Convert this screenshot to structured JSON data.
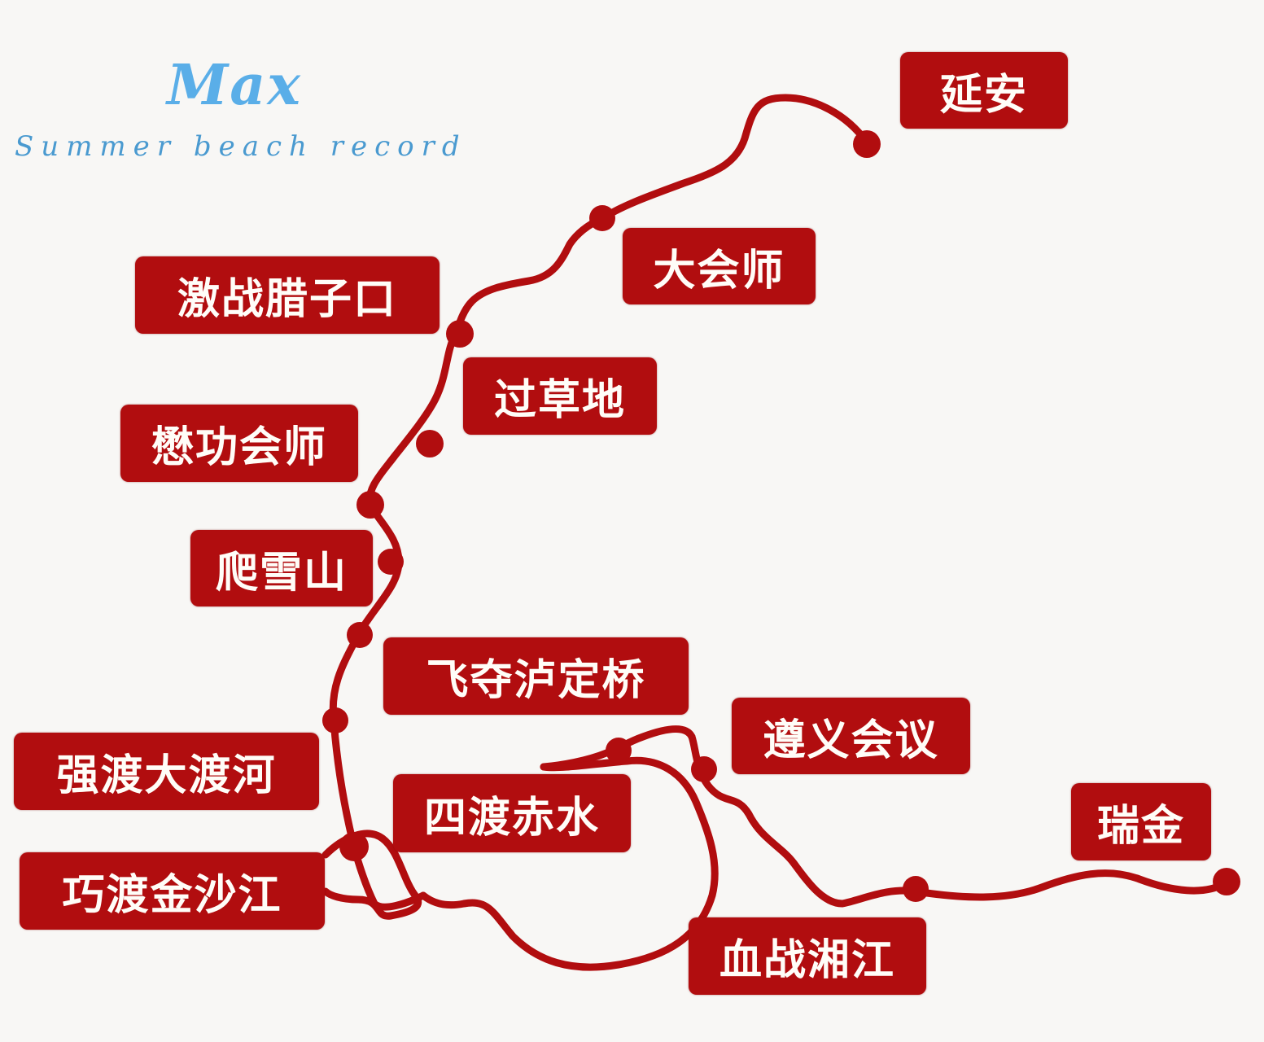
{
  "logo": {
    "title": "Max",
    "subtitle": "Summer beach record",
    "color": "#5aaee8"
  },
  "colors": {
    "route": "#b10d0f",
    "label_bg": "#b10d0f",
    "label_text": "#fffdf8",
    "background": "#f8f7f5"
  },
  "stops": [
    {
      "id": "ruijin",
      "label": "瑞金",
      "order": 1
    },
    {
      "id": "xuezhan-xiangjiang",
      "label": "血战湘江",
      "order": 2
    },
    {
      "id": "zunyi-huiyi",
      "label": "遵义会议",
      "order": 3
    },
    {
      "id": "sidu-chishui",
      "label": "四渡赤水",
      "order": 4
    },
    {
      "id": "qiaodu-jinshajiang",
      "label": "巧渡金沙江",
      "order": 5
    },
    {
      "id": "qiangdu-daduhe",
      "label": "强渡大渡河",
      "order": 6
    },
    {
      "id": "feiduo-ludingqiao",
      "label": "飞夺泸定桥",
      "order": 7
    },
    {
      "id": "pa-xueshan",
      "label": "爬雪山",
      "order": 8
    },
    {
      "id": "maogong-huishi",
      "label": "懋功会师",
      "order": 9
    },
    {
      "id": "guo-caodi",
      "label": "过草地",
      "order": 10
    },
    {
      "id": "jizhan-lazikou",
      "label": "激战腊子口",
      "order": 11
    },
    {
      "id": "da-huishi",
      "label": "大会师",
      "order": 12
    },
    {
      "id": "yanan",
      "label": "延安",
      "order": 13
    }
  ]
}
